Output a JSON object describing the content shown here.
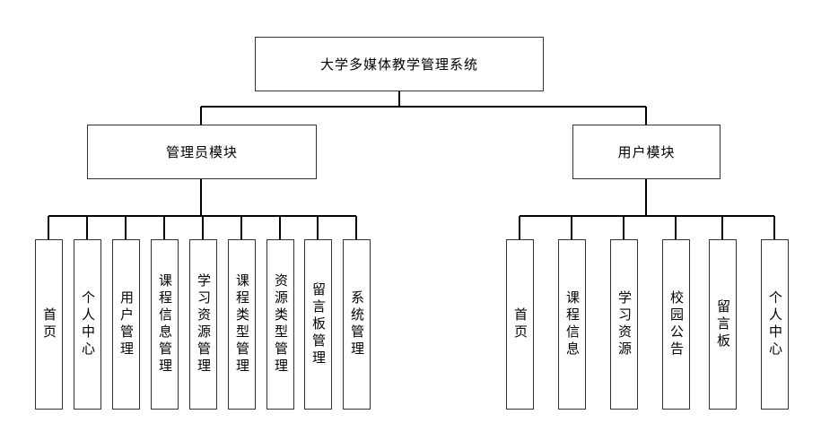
{
  "root": {
    "label": "大学多媒体教学管理系统"
  },
  "modules": [
    {
      "label": "管理员模块",
      "items": [
        "首页",
        "个人中心",
        "用户管理",
        "课程信息管理",
        "学习资源管理",
        "课程类型管理",
        "资源类型管理",
        "留言板管理",
        "系统管理"
      ]
    },
    {
      "label": "用户模块",
      "items": [
        "首页",
        "课程信息",
        "学习资源",
        "校园公告",
        "留言板",
        "个人中心"
      ]
    }
  ]
}
